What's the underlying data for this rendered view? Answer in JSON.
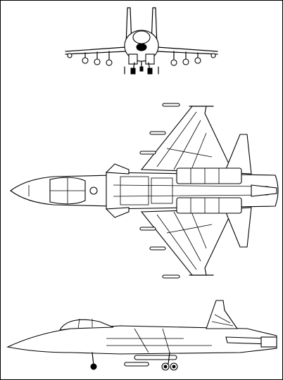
{
  "views": [
    {
      "name": "front-view"
    },
    {
      "name": "plan-view"
    },
    {
      "name": "side-view"
    }
  ]
}
